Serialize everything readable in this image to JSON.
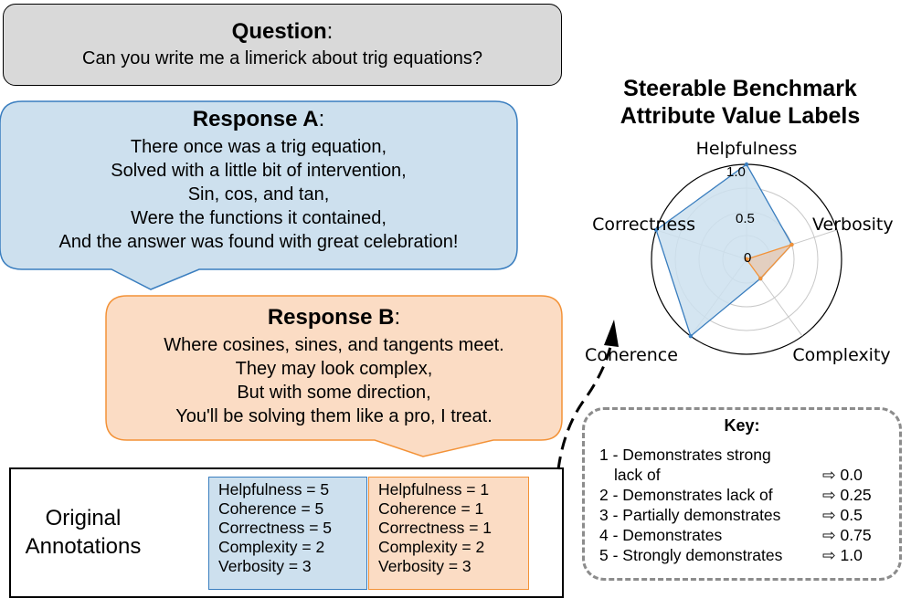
{
  "question": {
    "title": "Question",
    "colon": ":",
    "text": "Can you write me a limerick about trig equations?"
  },
  "response_a": {
    "title": "Response A",
    "colon": ":",
    "lines": [
      "There once was a trig equation,",
      "Solved with a little bit of intervention,",
      "Sin, cos, and tan,",
      "Were the functions it contained,",
      "And the answer was found with great celebration!"
    ],
    "fill": "#cde0ee",
    "stroke": "#3a7ebf"
  },
  "response_b": {
    "title": "Response B",
    "colon": ":",
    "lines": [
      "Where cosines, sines, and tangents meet.",
      "They may look complex,",
      "But with some direction,",
      "You'll be solving them like a pro, I treat."
    ],
    "fill": "#fbdcc4",
    "stroke": "#f39237"
  },
  "original_annotations": {
    "label_line1": "Original",
    "label_line2": "Annotations",
    "response_a": [
      "Helpfulness = 5",
      "Coherence = 5",
      "Correctness = 5",
      "Complexity = 2",
      "Verbosity = 3"
    ],
    "response_b": [
      "Helpfulness = 1",
      "Coherence = 1",
      "Correctness = 1",
      "Complexity = 2",
      "Verbosity = 3"
    ]
  },
  "chart_title_line1": "Steerable Benchmark",
  "chart_title_line2": "Attribute Value Labels",
  "chart_data": {
    "type": "radar",
    "axes": [
      "Helpfulness",
      "Verbosity",
      "Complexity",
      "Coherence",
      "Correctness"
    ],
    "radial_ticks": [
      "0",
      "0.5",
      "1.0"
    ],
    "range": [
      0,
      1
    ],
    "series": [
      {
        "values": [
          1.0,
          0.5,
          0.25,
          1.0,
          1.0
        ],
        "color": "#3a7ebf",
        "fill": "#cde0ee"
      },
      {
        "values": [
          0.0,
          0.5,
          0.25,
          0.0,
          0.0
        ],
        "color": "#f39237",
        "fill": "#e6c9b4"
      }
    ]
  },
  "key": {
    "title": "Key:",
    "rows": [
      {
        "label": "1 - Demonstrates strong",
        "value": ""
      },
      {
        "label": "lack of",
        "value": "⇨ 0.0"
      },
      {
        "label": "2 - Demonstrates lack of",
        "value": "⇨ 0.25"
      },
      {
        "label": "3 - Partially demonstrates",
        "value": "⇨ 0.5"
      },
      {
        "label": "4 - Demonstrates",
        "value": "⇨ 0.75"
      },
      {
        "label": "5 - Strongly demonstrates",
        "value": "⇨ 1.0"
      }
    ]
  }
}
